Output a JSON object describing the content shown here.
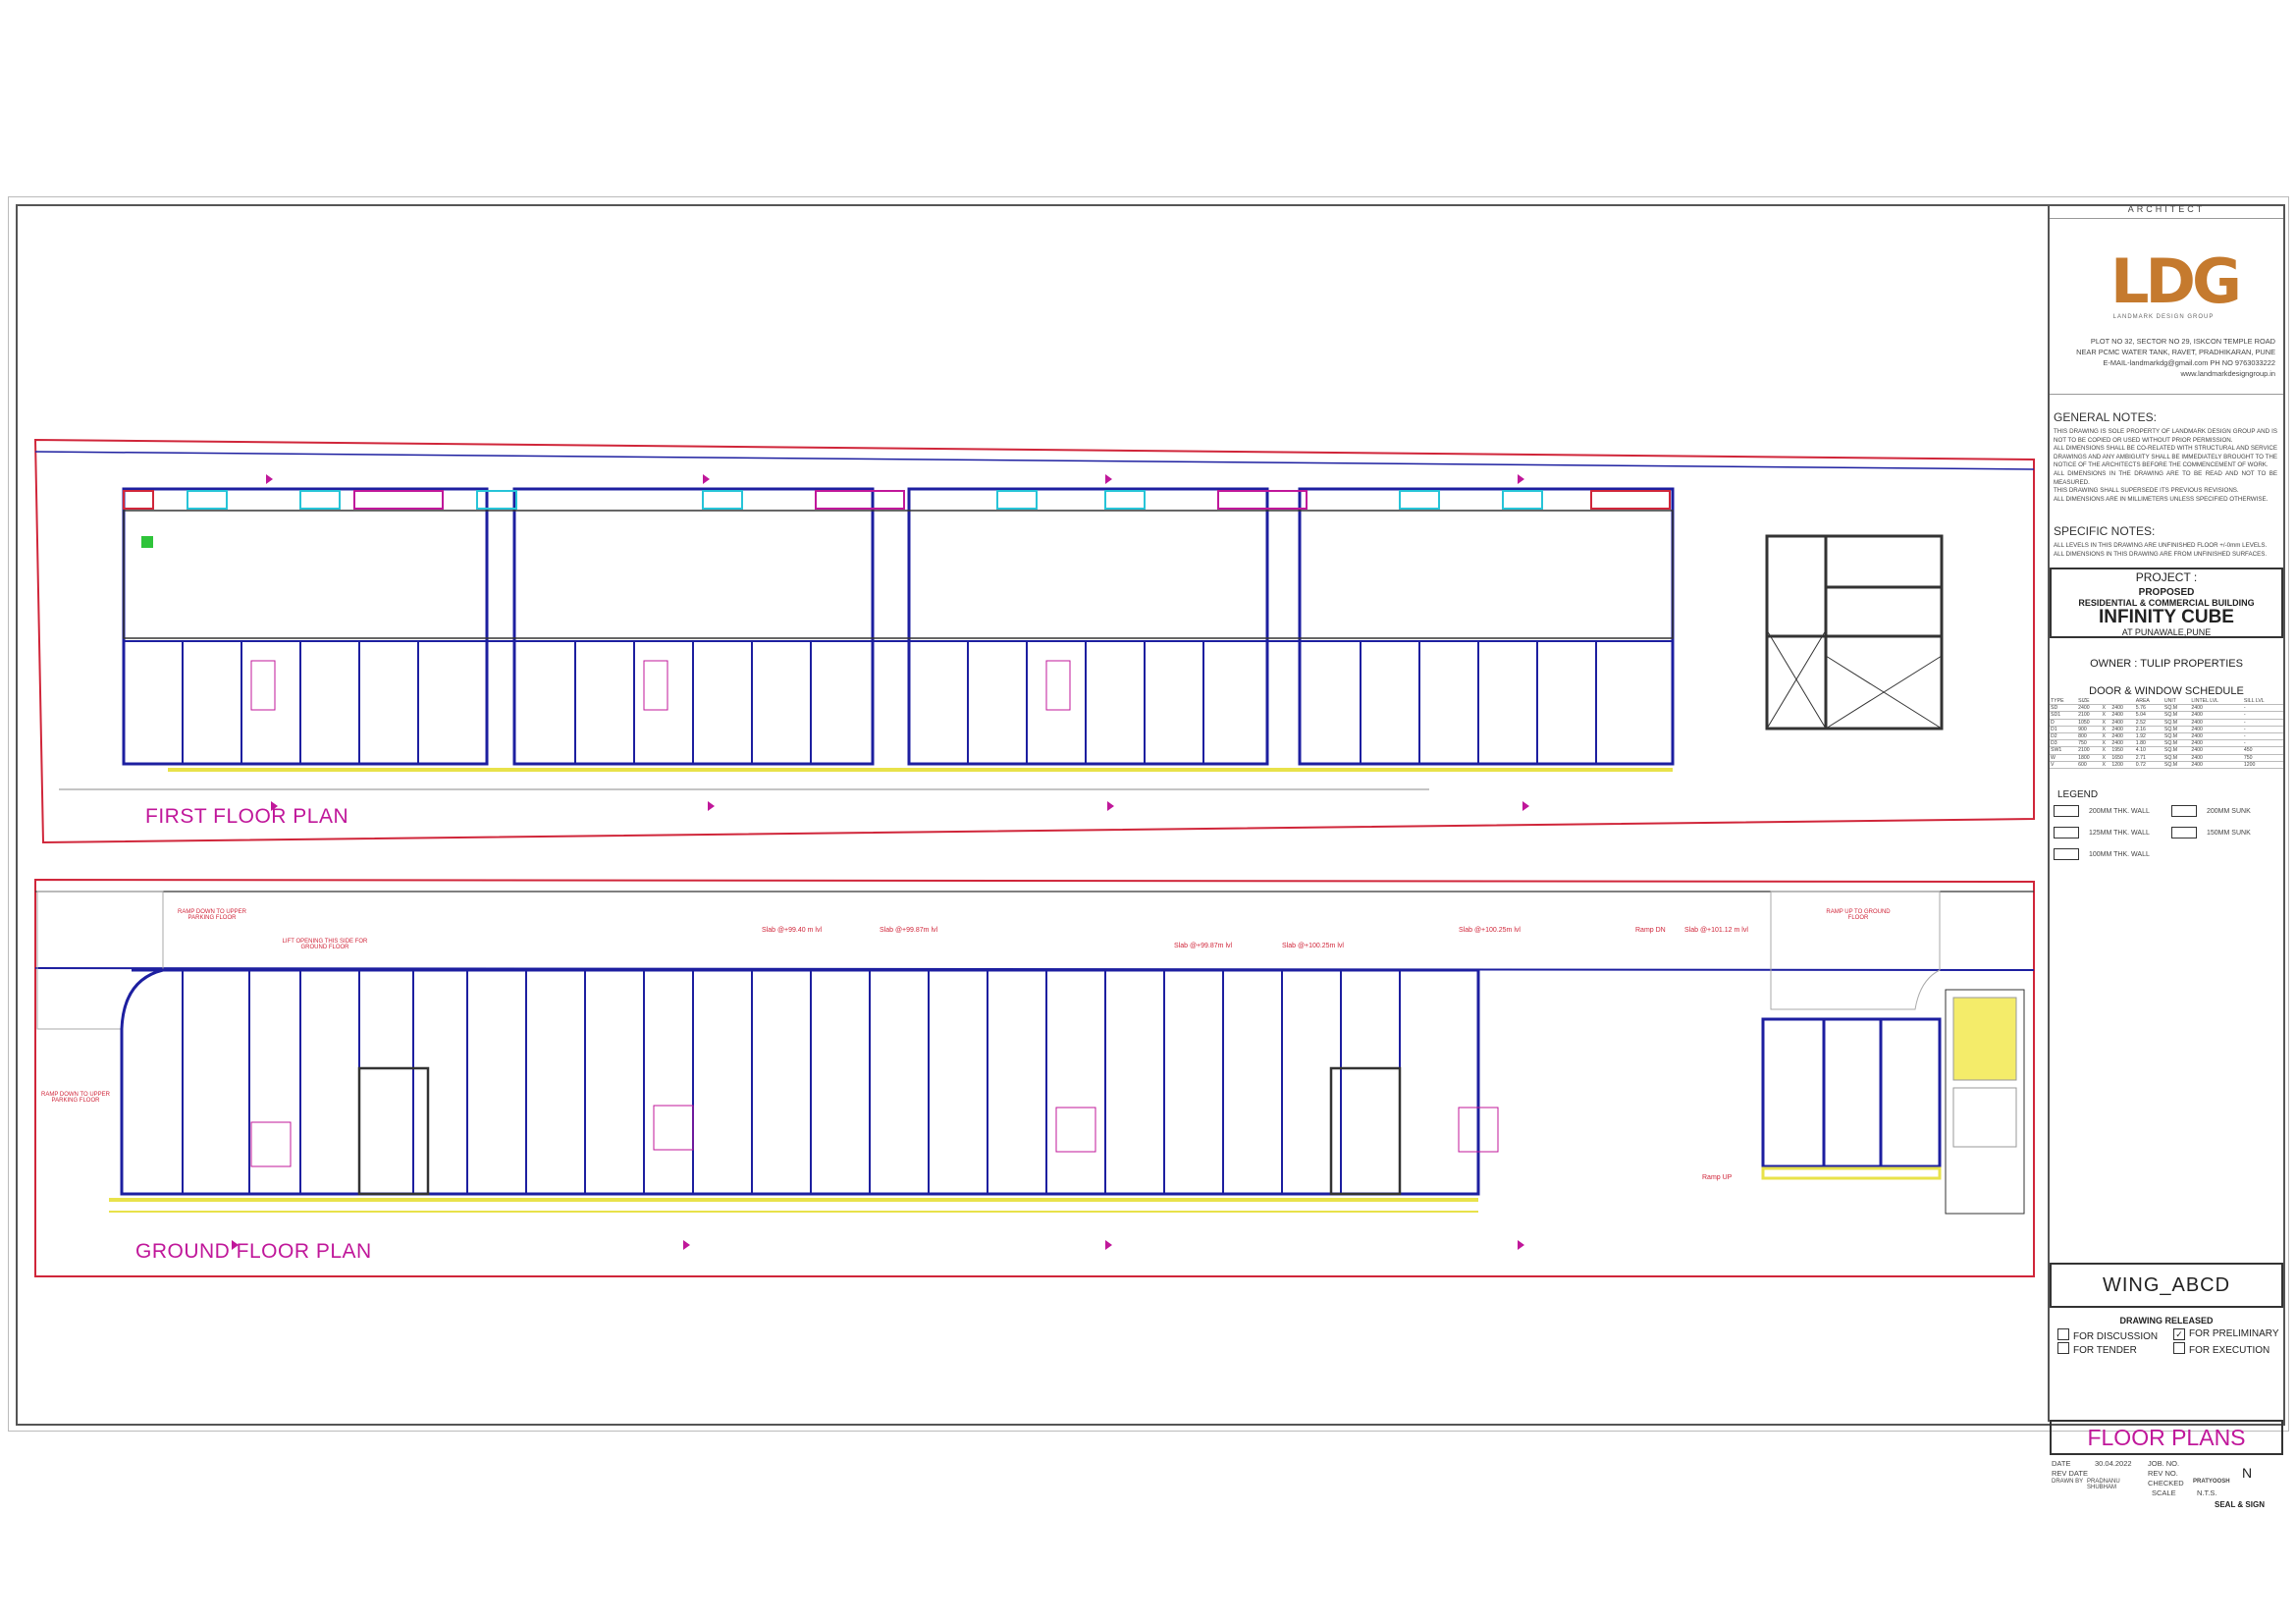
{
  "plans": {
    "first_floor_label": "FIRST FLOOR PLAN",
    "ground_floor_label": "GROUND FLOOR PLAN",
    "ground_notes": {
      "ramp_down_top": "RAMP DOWN TO UPPER PARKING FLOOR",
      "ramp_down_left": "RAMP DOWN TO UPPER PARKING FLOOR",
      "ramp_up_right": "RAMP UP TO GROUND FLOOR",
      "lift_opening": "LIFT OPENING THIS SIDE FOR GROUND FLOOR",
      "slab_1": "Slab @+99.40 m lvl",
      "slab_2": "Slab @+99.87m lvl",
      "slab_3": "Slab @+99.87m lvl",
      "slab_4": "Slab @+100.25m lvl",
      "slab_5": "Slab @+100.25m lvl",
      "slab_6": "Slab @+101.12 m lvl",
      "ramp_dn": "Ramp DN",
      "ramp_up": "Ramp UP"
    }
  },
  "title_block": {
    "architect_label": "ARCHITECT",
    "logo_text": "LDG",
    "logo_sub": "LANDMARK DESIGN GROUP",
    "address_lines": [
      "PLOT NO 32, SECTOR NO 29, ISKCON TEMPLE ROAD",
      "NEAR PCMC WATER TANK, RAVET, PRADHIKARAN, PUNE",
      "E-MAIL-landmarkdg@gmail.com    PH NO 9763033222",
      "www.landmarkdesigngroup.in"
    ],
    "general_notes_title": "GENERAL NOTES:",
    "general_notes": [
      "THIS DRAWING IS SOLE PROPERTY OF LANDMARK DESIGN GROUP AND IS NOT TO BE COPIED OR USED WITHOUT PRIOR PERMISSION.",
      "ALL DIMENSIONS SHALL BE CO-RELATED WITH STRUCTURAL AND SERVICE DRAWINGS AND ANY AMBIGUITY SHALL BE IMMEDIATELY BROUGHT TO THE NOTICE OF THE ARCHITECTS BEFORE THE COMMENCEMENT OF WORK.",
      "ALL DIMENSIONS IN THE DRAWING ARE TO BE READ AND NOT TO BE MEASURED.",
      "THIS DRAWING SHALL SUPERSEDE ITS PREVIOUS REVISIONS.",
      "ALL DIMENSIONS ARE IN MILLIMETERS UNLESS SPECIFIED OTHERWISE."
    ],
    "specific_notes_title": "SPECIFIC NOTES:",
    "specific_notes": [
      "ALL LEVELS IN THIS DRAWING ARE UNFINISHED FLOOR +/-0mm LEVELS.",
      "ALL DIMENSIONS IN THIS DRAWING ARE FROM UNFINISHED SURFACES."
    ],
    "project_label": "PROJECT :",
    "project_proposed": "PROPOSED",
    "project_type": "RESIDENTIAL & COMMERCIAL BUILDING",
    "project_name": "INFINITY CUBE",
    "project_location": "AT PUNAWALE,PUNE",
    "owner": "OWNER :  TULIP PROPERTIES",
    "schedule_title": "DOOR & WINDOW SCHEDULE",
    "schedule_headers": [
      "TYPE",
      "SIZE",
      "",
      "",
      "AREA",
      "UNIT",
      "LINTEL LVL",
      "SILL LVL"
    ],
    "schedule_rows": [
      [
        "SD",
        "2400",
        "X",
        "2400",
        "5.76",
        "SQ.M",
        "2400",
        "-"
      ],
      [
        "SD1",
        "2100",
        "X",
        "2400",
        "5.04",
        "SQ.M",
        "2400",
        "-"
      ],
      [
        "D",
        "1050",
        "X",
        "2400",
        "2.52",
        "SQ.M",
        "2400",
        "-"
      ],
      [
        "D1",
        "900",
        "X",
        "2400",
        "2.16",
        "SQ.M",
        "2400",
        "-"
      ],
      [
        "D2",
        "800",
        "X",
        "2400",
        "1.92",
        "SQ.M",
        "2400",
        "-"
      ],
      [
        "D3",
        "750",
        "X",
        "2400",
        "1.80",
        "SQ.M",
        "2400",
        "-"
      ],
      [
        "SW1",
        "2100",
        "X",
        "1950",
        "4.10",
        "SQ.M",
        "2400",
        "450"
      ],
      [
        "W",
        "1800",
        "X",
        "1650",
        "2.71",
        "SQ.M",
        "2400",
        "750"
      ],
      [
        "V",
        "600",
        "X",
        "1200",
        "0.72",
        "SQ.M",
        "2400",
        "1200"
      ]
    ],
    "legend_title": "LEGEND",
    "legend": [
      "200MM THK. WALL",
      "200MM SUNK",
      "125MM THK. WALL",
      "150MM SUNK",
      "100MM THK. WALL"
    ],
    "wing": "WING_ABCD",
    "drawing_released": "DRAWING RELEASED",
    "release_options": [
      {
        "label": "FOR DISCUSSION",
        "checked": false
      },
      {
        "label": "FOR PRELIMINARY",
        "checked": true
      },
      {
        "label": "FOR TENDER",
        "checked": false
      },
      {
        "label": "FOR EXECUTION",
        "checked": false
      }
    ],
    "sheet_title": "FLOOR PLANS",
    "date_label": "DATE",
    "date_value": "30.04.2022",
    "job_label": "JOB. NO.",
    "rev_date_label": "REV DATE",
    "rev_no_label": "REV NO.",
    "drawn_by_label": "DRAWN BY",
    "drawn_by_value": "PRADNANU SHUBHAM",
    "checked_label": "CHECKED",
    "checked_value": "PRATYOOSH",
    "scale_label": "SCALE",
    "scale_value": "N.T.S.",
    "north": "N",
    "seal_sign": "SEAL & SIGN"
  },
  "colors": {
    "outline_red": "#d0263a",
    "wall_blue": "#1d1fa0",
    "magenta": "#c0179a",
    "cyan": "#27c4d8",
    "yellow": "#e8e24a",
    "green": "#2fc43a"
  }
}
